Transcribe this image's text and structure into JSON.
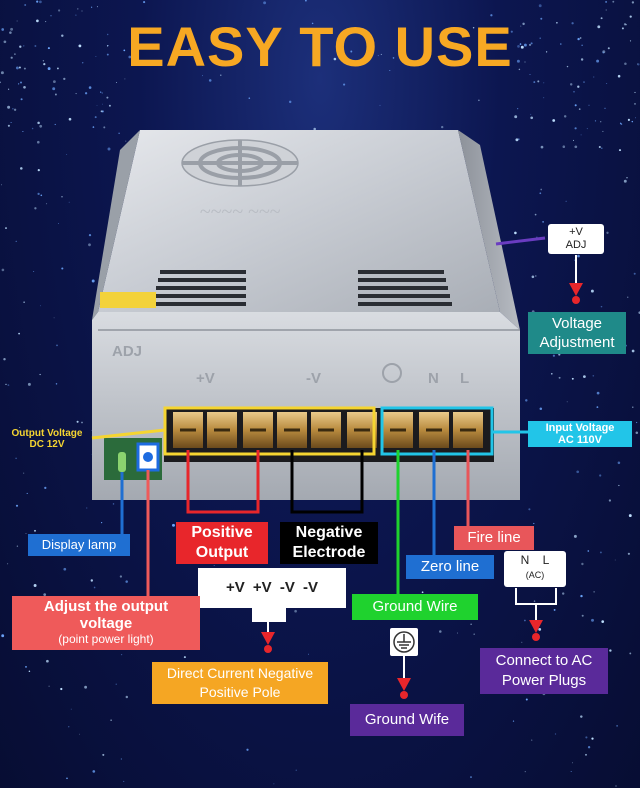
{
  "headline": "EASY TO USE",
  "colors": {
    "background": "#0c1650",
    "headline": "#f7a823",
    "output_box": "#f5d531",
    "input_box": "#22c5e8",
    "positive": "#e8262b",
    "negative": "#000000",
    "ground": "#1fd22e",
    "zero": "#1f6fd2",
    "fire": "#e8565a",
    "purple": "#5a2a9a",
    "adjust": "#ef5a5a"
  },
  "unit_markings": {
    "adj_label": "ADJ",
    "plus_v": "+V",
    "minus_v": "-V",
    "n": "N",
    "l": "L"
  },
  "labels": {
    "output_voltage_line1": "Output Voltage",
    "output_voltage_line2": "DC 12V",
    "input_voltage_line1": "Input Voltage",
    "input_voltage_line2": "AC 110V",
    "display_lamp": "Display lamp",
    "positive_output_line1": "Positive",
    "positive_output_line2": "Output",
    "negative_electrode_line1": "Negative",
    "negative_electrode_line2": "Electrode",
    "fire_line": "Fire line",
    "zero_line": "Zero line",
    "ground_wire": "Ground Wire",
    "adjust_line1": "Adjust the output",
    "adjust_line2": "voltage",
    "adjust_line3": "(point power light)",
    "voltage_adjustment_line1": "Voltage",
    "voltage_adjustment_line2": "Adjustment",
    "dc_pole_line1": "Direct Current Negative",
    "dc_pole_line2": "Positive Pole",
    "ground_wife": "Ground Wife",
    "connect_ac_line1": "Connect to AC",
    "connect_ac_line2": "Power Plugs"
  },
  "adj_badge": {
    "top": "+V",
    "bottom": "ADJ"
  },
  "terminal_badge": {
    "t1": "+V",
    "t2": "+V",
    "t3": "-V",
    "t4": "-V"
  },
  "ac_badge": {
    "n": "N",
    "l": "L",
    "sub": "(AC)"
  },
  "icons": {
    "ground_symbol": "ground-icon",
    "arrow": "arrow-down-icon"
  }
}
